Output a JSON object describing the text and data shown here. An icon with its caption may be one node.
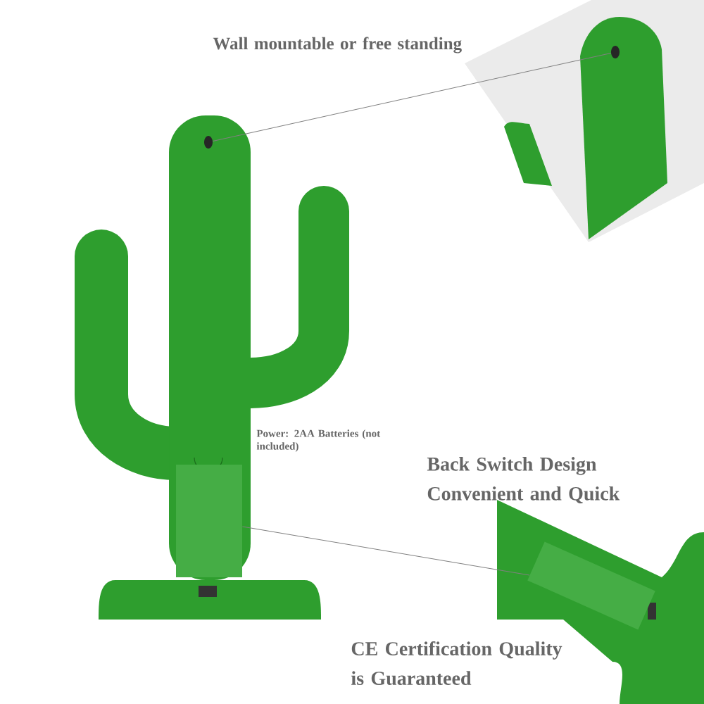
{
  "diagram": {
    "nodes": [
      {
        "text": [],
        "shape": "circle"
      },
      {
        "text": [],
        "shape": "circle"
      },
      {
        "text": [],
        "shape": "box"
      },
      {
        "text": [],
        "shape": "box"
      }
    ],
    "edges": [
      {
        "from": 0,
        "to": 1,
        "arrow": "none"
      },
      {
        "from": 2,
        "to": 3,
        "arrow": "none"
      }
    ],
    "labels": [
      "Wall mountable or free standing",
      "Power: 2AA Batteries (not included)",
      "Back Switch Design Convenient and Quick",
      "CE Certification Quality is Guaranteed"
    ]
  }
}
